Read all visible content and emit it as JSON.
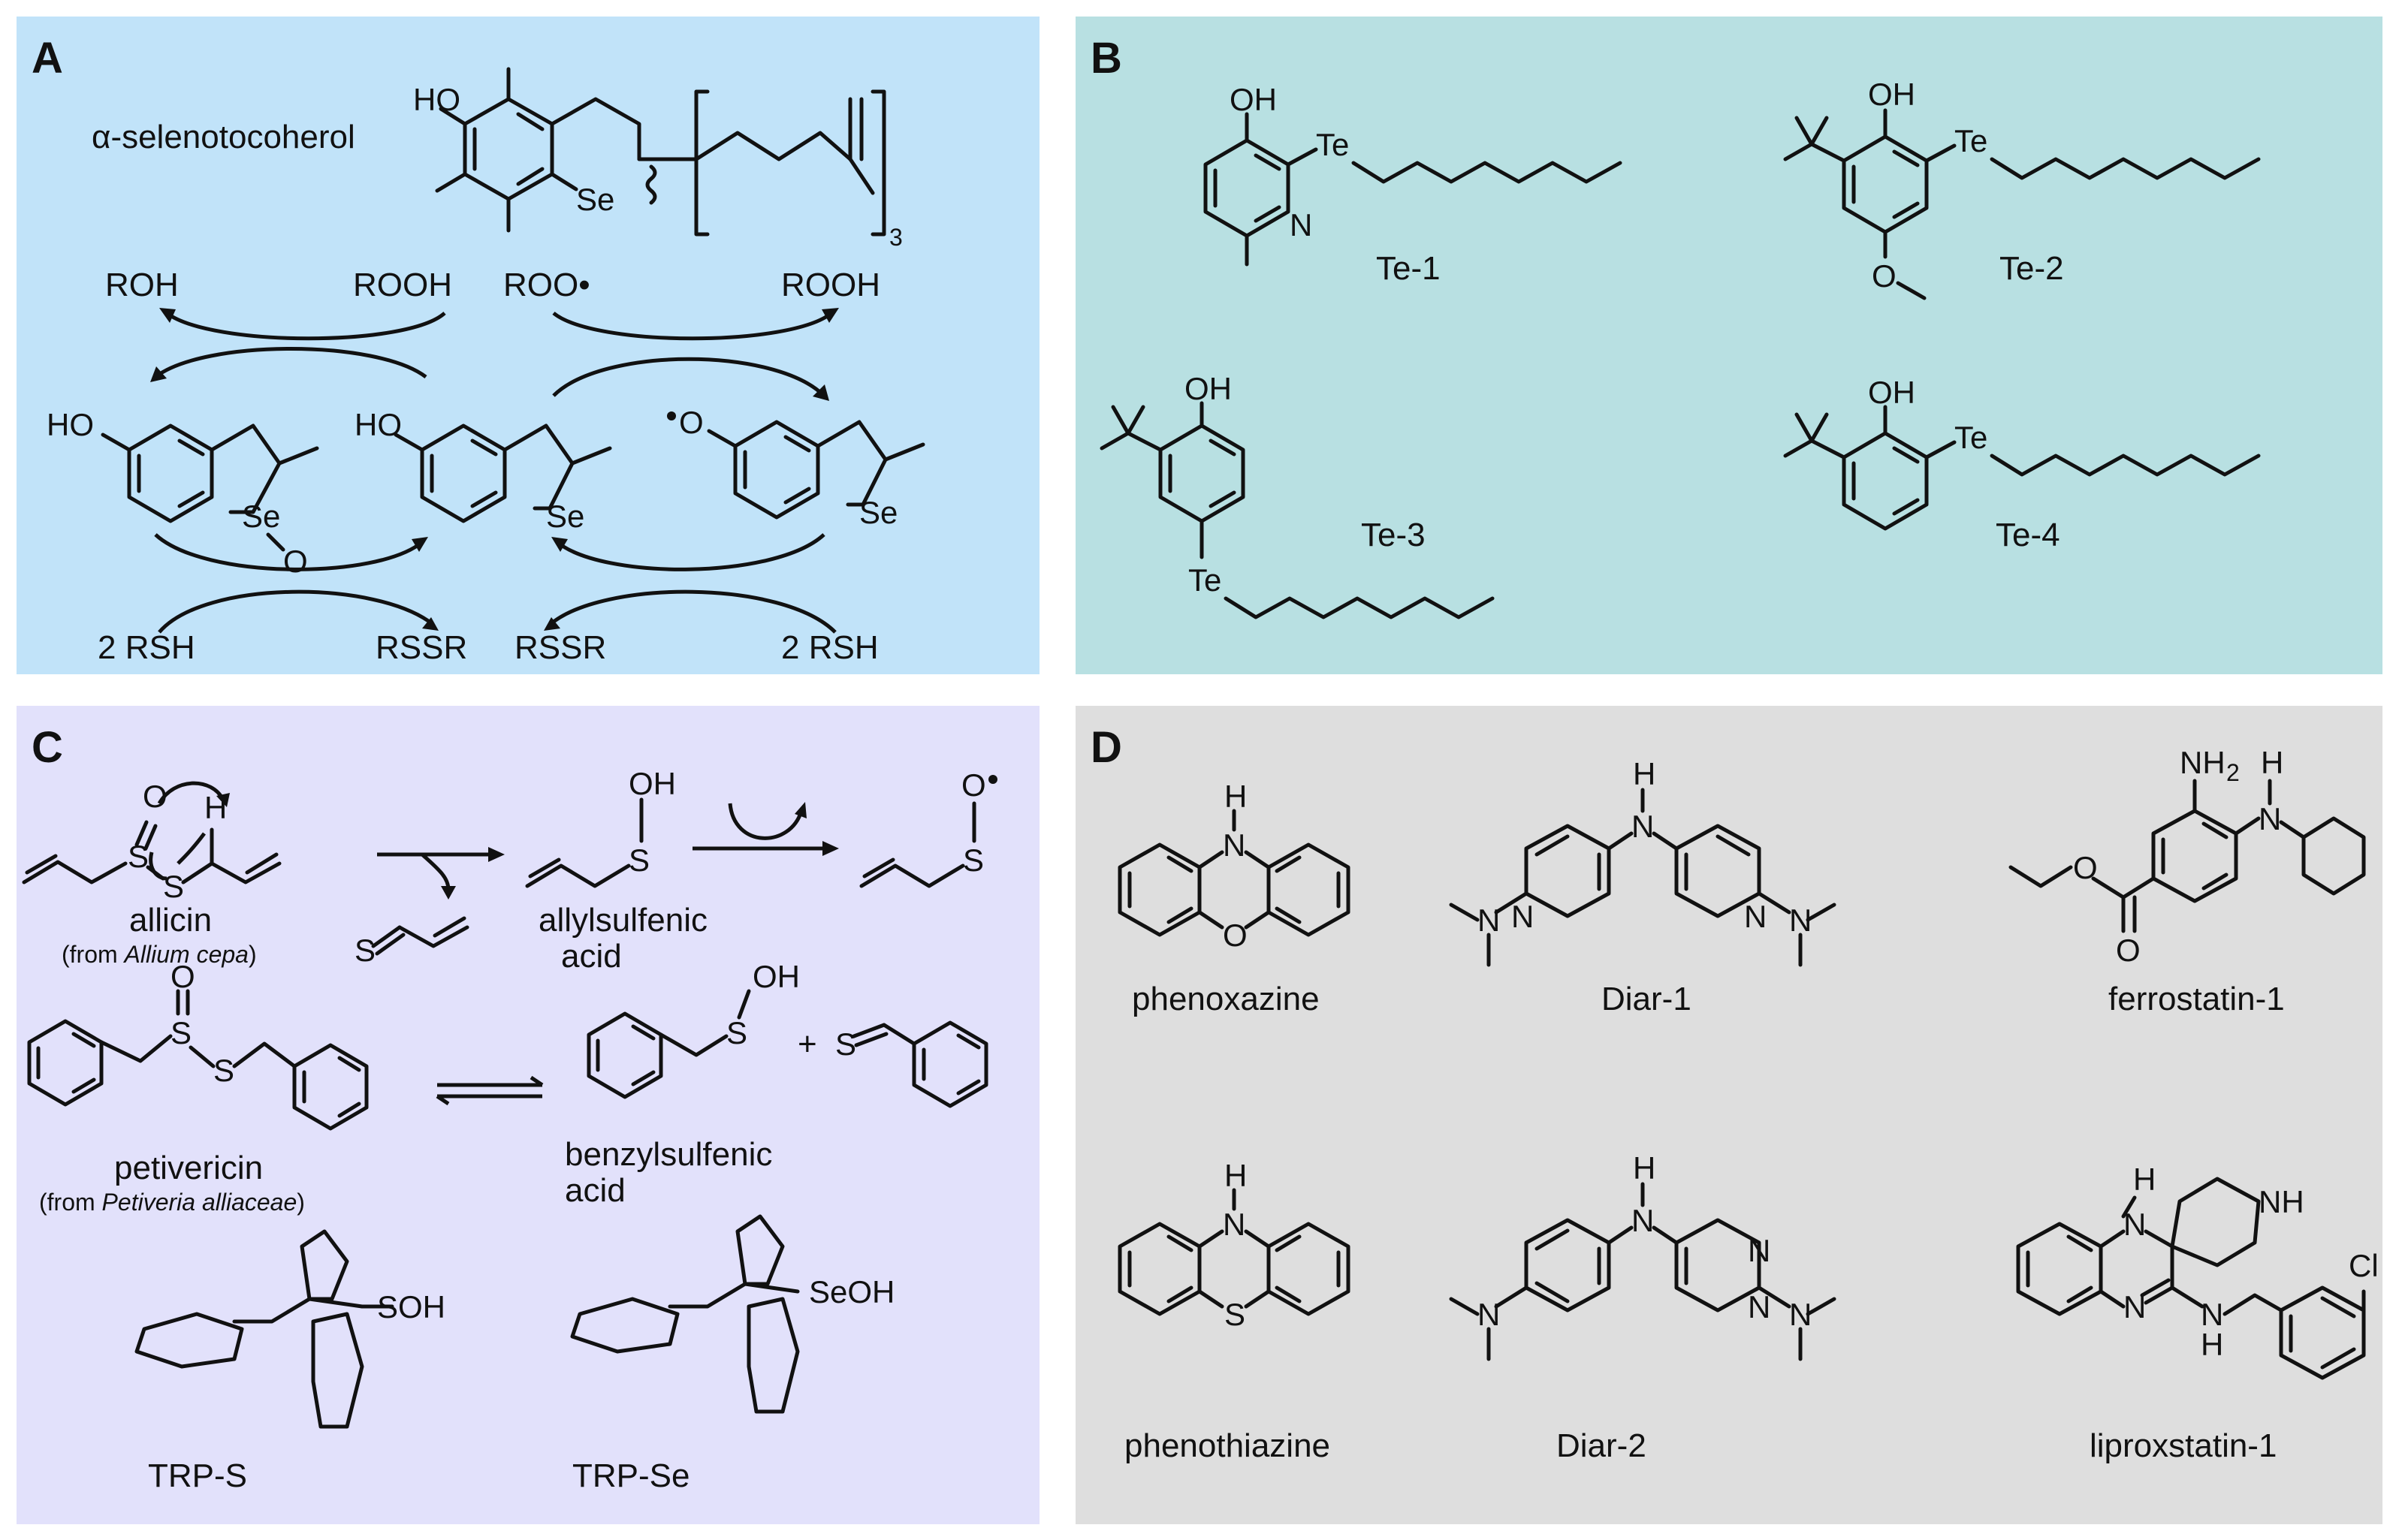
{
  "colors": {
    "panelA": "#c1e3f9",
    "panelB": "#b8e0e2",
    "panelC": "#e2e1fb",
    "panelD": "#dedede"
  },
  "panelA": {
    "letter": "A",
    "compound_name": "α-selenotocoherol",
    "subscript": "3",
    "ROH": "ROH",
    "ROOH_1": "ROOH",
    "ROO_radical": "ROO•",
    "ROOH_2": "ROOH",
    "RSH_1": "2 RSH",
    "RSSR_1": "RSSR",
    "RSSR_2": "RSSR",
    "RSH_2": "2 RSH"
  },
  "panelB": {
    "letter": "B",
    "te1": "Te-1",
    "te2": "Te-2",
    "te3": "Te-3",
    "te4": "Te-4"
  },
  "panelC": {
    "letter": "C",
    "allicin": "allicin",
    "allicin_src_prefix": "(from ",
    "allicin_src_species": "Allium cepa",
    "allicin_src_suffix": ")",
    "allylsulfenic_1": "allylsulfenic",
    "allylsulfenic_2": "acid",
    "petivericin": "petivericin",
    "petivericin_src_prefix": "(from ",
    "petivericin_src_species": "Petiveria alliaceae",
    "petivericin_src_suffix": ")",
    "benzylsulfenic_1": "benzylsulfenic",
    "benzylsulfenic_2": "acid",
    "plus": "+",
    "trp_s": "TRP-S",
    "trp_se": "TRP-Se"
  },
  "panelD": {
    "letter": "D",
    "phenoxazine": "phenoxazine",
    "diar1": "Diar-1",
    "ferrostatin": "ferrostatin-1",
    "phenothiazine": "phenothiazine",
    "diar2": "Diar-2",
    "liproxstatin": "liproxstatin-1"
  }
}
